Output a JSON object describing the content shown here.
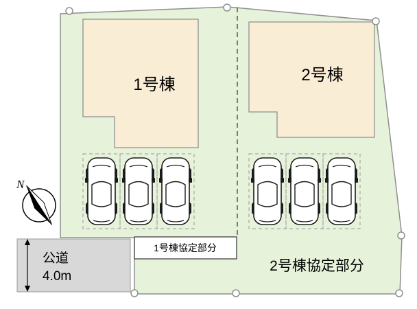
{
  "labels": {
    "building_1": "1号棟",
    "building_2": "2号棟",
    "agreement_1": "1号棟協定部分",
    "agreement_2": "2号棟協定部分",
    "road_name": "公道",
    "road_width": "4.0m",
    "compass_north": "N"
  },
  "colors": {
    "plot_green": "#E6F2D9",
    "building_cream": "#FAEDD6",
    "road_gray": "#D8D8D8",
    "outline_gray": "#8F8F8F"
  },
  "parking": {
    "left_car_count": 3,
    "right_car_count": 3
  }
}
